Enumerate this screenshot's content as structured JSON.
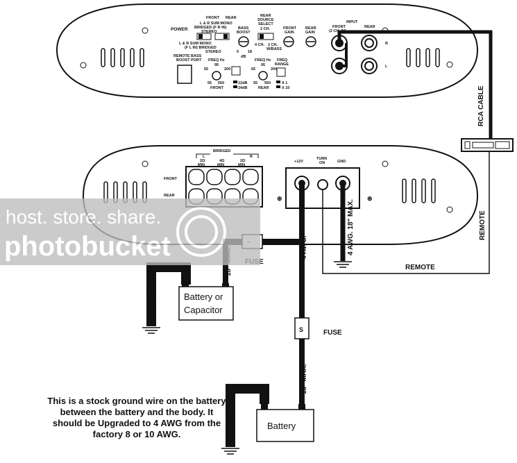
{
  "top_amp": {
    "power": "POWER",
    "front": "FRONT",
    "rear": "REAR",
    "lr_sum_mono_1": "L & R SUM MONO",
    "bridged_fr_in": "BRIDGED (F R IN)",
    "stereo_1": "STEREO",
    "lr_sum_mono_2": "L & R SUM MONO",
    "fl_in_bridged": "(F L IN) BRIDGED",
    "stereo_2": "STEREO",
    "bass_boost": "BASS",
    "bass_boost_2": "BOOST",
    "bass_0": "0",
    "bass_18": "18",
    "bass_db": "dB",
    "rear_source": "REAR",
    "rear_source_2": "SOURCE",
    "rear_source_3": "SELECT",
    "two_ch": "2 CH.",
    "four_ch": "4 CH.",
    "two_ch_wbass": "2 CH.",
    "wbass": "W/BASS",
    "front_gain": "FRONT",
    "front_gain_2": "GAIN",
    "rear_gain": "REAR",
    "rear_gain_2": "GAIN",
    "input": "INPUT",
    "input_front": "FRONT",
    "input_front_2": "(2 CH. IN)",
    "input_rear": "REAR",
    "r": "R",
    "l": "L",
    "remote_bass": "REMOTE BASS",
    "boost_port": "BOOST PORT",
    "freq_hz_1": "FREQ Hz",
    "f95_1": "95",
    "f65_1": "65",
    "f200_1": "200",
    "f55_1": "55",
    "f550_1": "550",
    "front_label": "FRONT",
    "db12": "12dB",
    "db24": "24dB",
    "freq_hz_2": "FREQ Hz",
    "f95_2": "95",
    "f65_2": "65",
    "f200_2": "200",
    "f55_2": "55",
    "f550_2": "550",
    "rear_label": "REAR",
    "freq_range": "FREQ",
    "freq_range_2": "RANGE",
    "x1": "X 1",
    "x10": "X 10"
  },
  "bottom_amp": {
    "bridged": "BRIDGED",
    "l": "L",
    "r": "R",
    "min2a": "2Ω",
    "min2a_2": "MIN",
    "min4": "4Ω",
    "min4_2": "MIN",
    "min2b": "2Ω",
    "min2b_2": "MIN",
    "front": "FRONT",
    "rear": "REAR",
    "plus12": "+12V",
    "turn_on": "TURN",
    "turn_on_2": "ON",
    "gnd": "GND"
  },
  "wiring": {
    "rca_cable": "RCA CABLE",
    "remote_v": "REMOTE",
    "remote_h": "REMOTE",
    "fuse1": "FUSE",
    "fuse2": "FUSE",
    "awg_center": "4 AWG.",
    "awg_gnd": "4 AWG. 18\" MAX.",
    "awg_left": "4 AWG.",
    "max18_1": "18\" MAX.",
    "max18_2": "18\" MAX.",
    "awg_bottom": "4 AWG.",
    "battery_cap_1": "Battery or",
    "battery_cap_2": "Capacitor",
    "battery": "Battery"
  },
  "watermark": {
    "line1": "host. store. share.",
    "line2": "photobucket"
  },
  "note": "This is a stock ground wire on the battery between the battery and the body.  It should be Upgraded to 4 AWG from the factory 8 or 10 AWG."
}
